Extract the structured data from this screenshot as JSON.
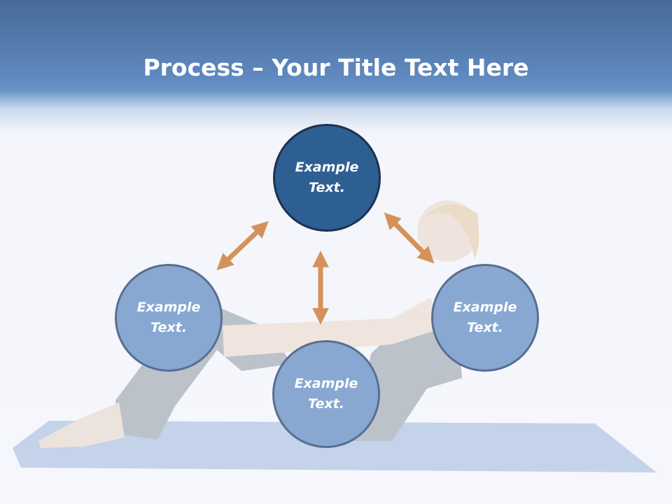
{
  "slide": {
    "title_bold": "Process",
    "title_rest": " – Your Title Text Here"
  },
  "nodes": [
    {
      "id": "top",
      "label": "Example\nText."
    },
    {
      "id": "left",
      "label": "Example\nText."
    },
    {
      "id": "bottom",
      "label": "Example\nText."
    },
    {
      "id": "right",
      "label": "Example\nText."
    }
  ],
  "edges": [
    {
      "from": "left",
      "to": "top",
      "bidirectional": true
    },
    {
      "from": "top",
      "to": "bottom",
      "bidirectional": true
    },
    {
      "from": "top",
      "to": "right",
      "bidirectional": true
    }
  ],
  "colors": {
    "header": "#5f89bf",
    "primary_node": "#2e5f93",
    "secondary_node": "#88a8d2",
    "arrow": "#d4925a",
    "background": "#f5f7fc"
  },
  "background_image": {
    "subject": "woman-exercising-on-yoga-mat"
  }
}
